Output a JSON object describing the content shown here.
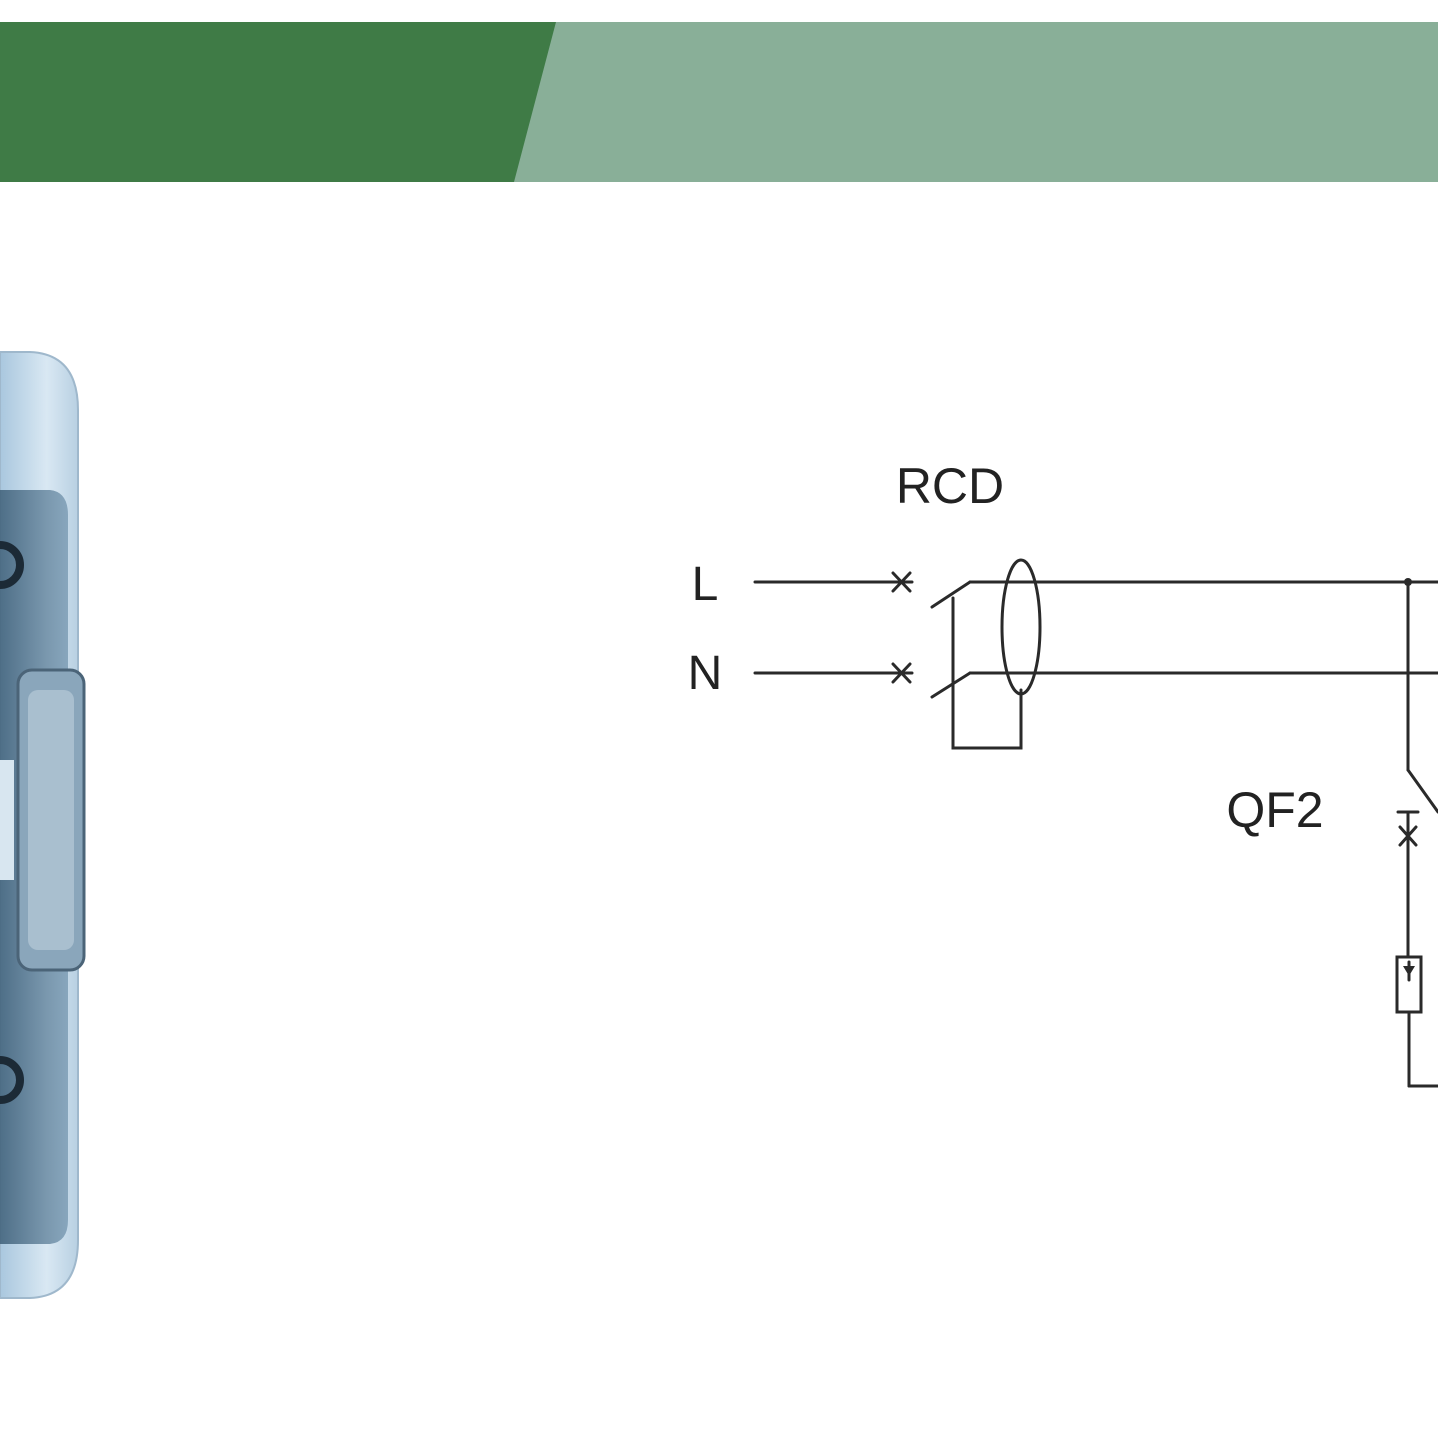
{
  "colors": {
    "band_dark": "#3f7b46",
    "band_light": "#89af98",
    "wire": "#2a2a2a",
    "device_body": "#cfe0ee",
    "device_window": "#5d7f99"
  },
  "icons": {
    "product_photo": "residual-current-device-photo"
  },
  "diagram": {
    "rcd_label": "RCD",
    "line_label": "L",
    "neutral_label": "N",
    "breaker_label": "QF2"
  }
}
